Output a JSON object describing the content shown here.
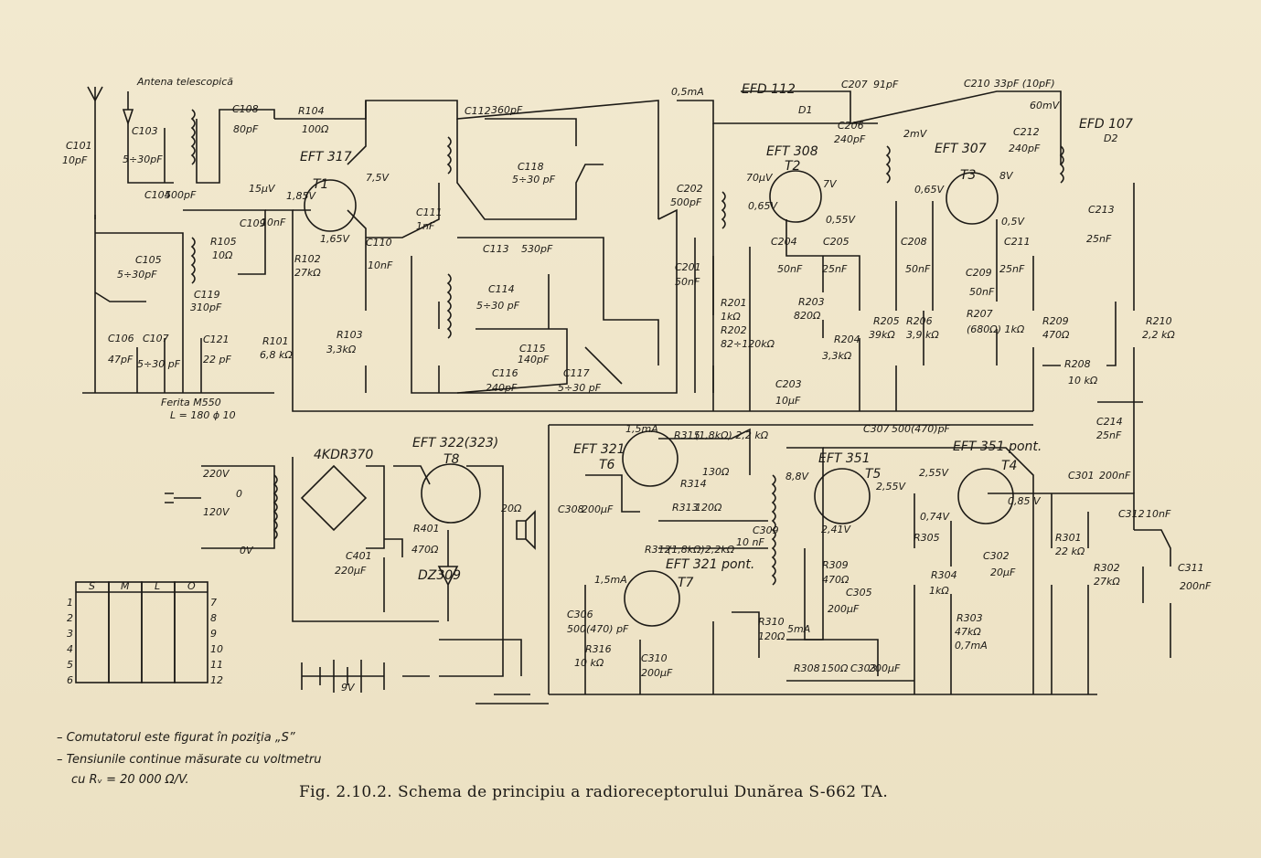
{
  "caption": {
    "fig": "Fig. 2.10.2.",
    "title": "Schema de principiu a radioreceptorului Dunărea S-662 TA."
  },
  "notes": [
    "– Comutatorul este figurat în poziţia „S”",
    "– Tensiunile continue măsurate cu voltmetru",
    "cu Rᵥ = 20 000 Ω/V."
  ],
  "antenna": "Antena telescopică",
  "ferrite": [
    "Ferita M550",
    "L = 180 ϕ 10"
  ],
  "transistors": [
    {
      "id": "T1",
      "type": "EFT 317"
    },
    {
      "id": "T2",
      "type": "EFT 308"
    },
    {
      "id": "T3",
      "type": "EFT 307"
    },
    {
      "id": "T4",
      "type": "EFT 351 pont."
    },
    {
      "id": "T5",
      "type": "EFT 351"
    },
    {
      "id": "T6",
      "type": "EFT 321"
    },
    {
      "id": "T7",
      "type": "EFT 321 pont."
    },
    {
      "id": "T8",
      "type": "EFT 322(323)"
    }
  ],
  "diodes": [
    {
      "id": "D1",
      "type": "EFD 112"
    },
    {
      "id": "D2",
      "type": "EFD 107"
    },
    {
      "id": "bridge",
      "type": "4KDR370"
    },
    {
      "id": "zener",
      "type": "DZ309"
    }
  ],
  "components": [
    {
      "ref": "C101",
      "value": "10pF"
    },
    {
      "ref": "C103",
      "value": "5÷30pF"
    },
    {
      "ref": "C104",
      "value": "500pF"
    },
    {
      "ref": "C105",
      "value": "5÷30pF"
    },
    {
      "ref": "C106",
      "value": "47pF"
    },
    {
      "ref": "C107",
      "value": "5÷30 pF"
    },
    {
      "ref": "C108",
      "value": "80pF"
    },
    {
      "ref": "C109",
      "value": "10nF"
    },
    {
      "ref": "C110",
      "value": "10nF"
    },
    {
      "ref": "C111",
      "value": "1nF"
    },
    {
      "ref": "C112",
      "value": "360pF"
    },
    {
      "ref": "C113",
      "value": "530pF"
    },
    {
      "ref": "C114",
      "value": "5÷30 pF"
    },
    {
      "ref": "C115",
      "value": "140pF"
    },
    {
      "ref": "C116",
      "value": "240pF"
    },
    {
      "ref": "C117",
      "value": "5÷30 pF"
    },
    {
      "ref": "C118",
      "value": "5÷30 pF"
    },
    {
      "ref": "C119",
      "value": "310pF"
    },
    {
      "ref": "C121",
      "value": "22 pF"
    },
    {
      "ref": "C201",
      "value": "50nF"
    },
    {
      "ref": "C202",
      "value": "500pF"
    },
    {
      "ref": "C203",
      "value": "10μF"
    },
    {
      "ref": "C204",
      "value": "50nF"
    },
    {
      "ref": "C205",
      "value": "25nF"
    },
    {
      "ref": "C206",
      "value": "240pF"
    },
    {
      "ref": "C207",
      "value": "91pF"
    },
    {
      "ref": "C208",
      "value": "50nF"
    },
    {
      "ref": "C209",
      "value": "50nF"
    },
    {
      "ref": "C210",
      "value": "33pF (10pF)"
    },
    {
      "ref": "C211",
      "value": "25nF"
    },
    {
      "ref": "C212",
      "value": "240pF"
    },
    {
      "ref": "C213",
      "value": "25nF"
    },
    {
      "ref": "C214",
      "value": "25nF"
    },
    {
      "ref": "C301",
      "value": "200nF"
    },
    {
      "ref": "C302",
      "value": "20μF"
    },
    {
      "ref": "C303",
      "value": "200μF"
    },
    {
      "ref": "C305",
      "value": "200μF"
    },
    {
      "ref": "C306",
      "value": "500(470) pF"
    },
    {
      "ref": "C307",
      "value": "500(470)pF"
    },
    {
      "ref": "C308",
      "value": "200μF"
    },
    {
      "ref": "C309",
      "value": "10 nF"
    },
    {
      "ref": "C310",
      "value": "200μF"
    },
    {
      "ref": "C311",
      "value": "200nF"
    },
    {
      "ref": "C312",
      "value": "10nF"
    },
    {
      "ref": "C401",
      "value": "220μF"
    },
    {
      "ref": "R101",
      "value": "6,8 kΩ"
    },
    {
      "ref": "R102",
      "value": "27kΩ"
    },
    {
      "ref": "R103",
      "value": "3,3kΩ"
    },
    {
      "ref": "R104",
      "value": "100Ω"
    },
    {
      "ref": "R105",
      "value": "10Ω"
    },
    {
      "ref": "R201",
      "value": "1kΩ"
    },
    {
      "ref": "R202",
      "value": "82÷120kΩ"
    },
    {
      "ref": "R203",
      "value": "820Ω"
    },
    {
      "ref": "R204",
      "value": "3,3kΩ"
    },
    {
      "ref": "R205",
      "value": "39kΩ"
    },
    {
      "ref": "R206",
      "value": "3,9 kΩ"
    },
    {
      "ref": "R207",
      "value": "(680Ω) 1kΩ"
    },
    {
      "ref": "R208",
      "value": "10 kΩ"
    },
    {
      "ref": "R209",
      "value": "470Ω"
    },
    {
      "ref": "R210",
      "value": "2,2 kΩ"
    },
    {
      "ref": "R301",
      "value": "22 kΩ"
    },
    {
      "ref": "R302",
      "value": "27kΩ"
    },
    {
      "ref": "R303",
      "value": "47kΩ"
    },
    {
      "ref": "R304",
      "value": "1kΩ"
    },
    {
      "ref": "R305",
      "value": ""
    },
    {
      "ref": "R308",
      "value": "150Ω"
    },
    {
      "ref": "R309",
      "value": "470Ω"
    },
    {
      "ref": "R310",
      "value": "120Ω"
    },
    {
      "ref": "R312",
      "value": "(1,8kΩ)2,2kΩ"
    },
    {
      "ref": "R313",
      "value": "120Ω"
    },
    {
      "ref": "R314",
      "value": "130Ω"
    },
    {
      "ref": "R315",
      "value": "(1,8kΩ) 2,2 kΩ"
    },
    {
      "ref": "R316",
      "value": "10 kΩ"
    },
    {
      "ref": "R401",
      "value": "470Ω"
    }
  ],
  "voltages": [
    "7,5V",
    "1,85V",
    "1,65V",
    "7V",
    "0,65V",
    "0,55V",
    "8V",
    "0,65V",
    "0,5V",
    "8,8V",
    "2,41V",
    "2,55V",
    "2,55V",
    "0,74V",
    "0,85 V"
  ],
  "currents": [
    "0,5mA",
    "1,5mA",
    "1,5mA",
    "5mA",
    "0,7mA",
    "15μV",
    "70μV",
    "2mV",
    "60mV"
  ],
  "power": {
    "mains": [
      "220V",
      "120V",
      "0",
      "0V"
    ],
    "battery": "9V",
    "speaker": "20Ω"
  },
  "switch_table": {
    "headers": [
      "S",
      "M",
      "L",
      "O"
    ],
    "rows_left": [
      "1",
      "2",
      "3",
      "4",
      "5",
      "6"
    ],
    "rows_right": [
      "7",
      "8",
      "9",
      "10",
      "11",
      "12"
    ]
  }
}
